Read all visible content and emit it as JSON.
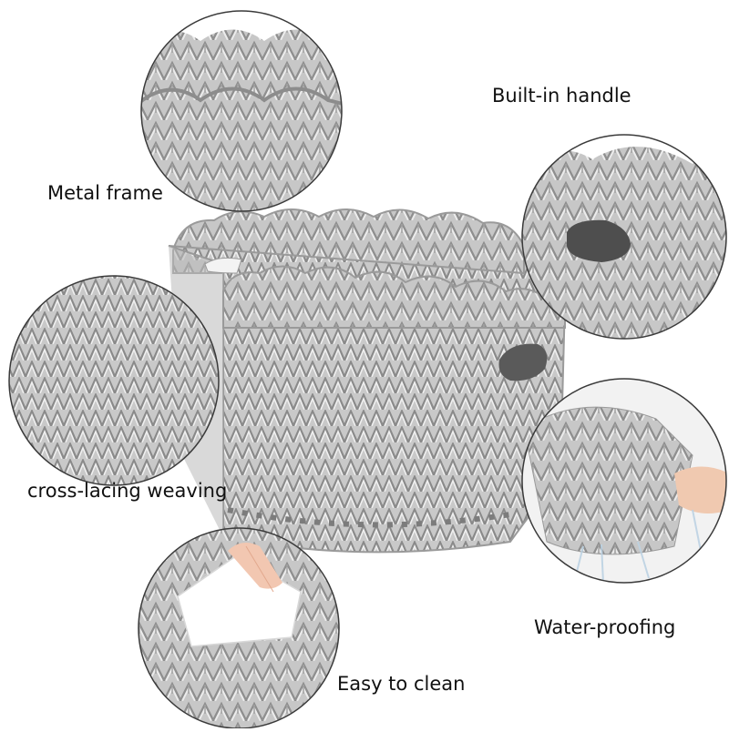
{
  "features": [
    {
      "id": "metal_frame",
      "label": "Metal frame"
    },
    {
      "id": "built_in_handle",
      "label": "Built-in handle"
    },
    {
      "id": "cross_lacing",
      "label": "cross-lacing weaving"
    },
    {
      "id": "water_proofing",
      "label": "Water-proofing"
    },
    {
      "id": "easy_clean",
      "label": "Easy to clean"
    }
  ],
  "colors": {
    "background": "#ffffff",
    "weave_light": "#dcdcdc",
    "weave_mid": "#b8b8b8",
    "weave_dark": "#8e8e8e",
    "text": "#111111"
  }
}
